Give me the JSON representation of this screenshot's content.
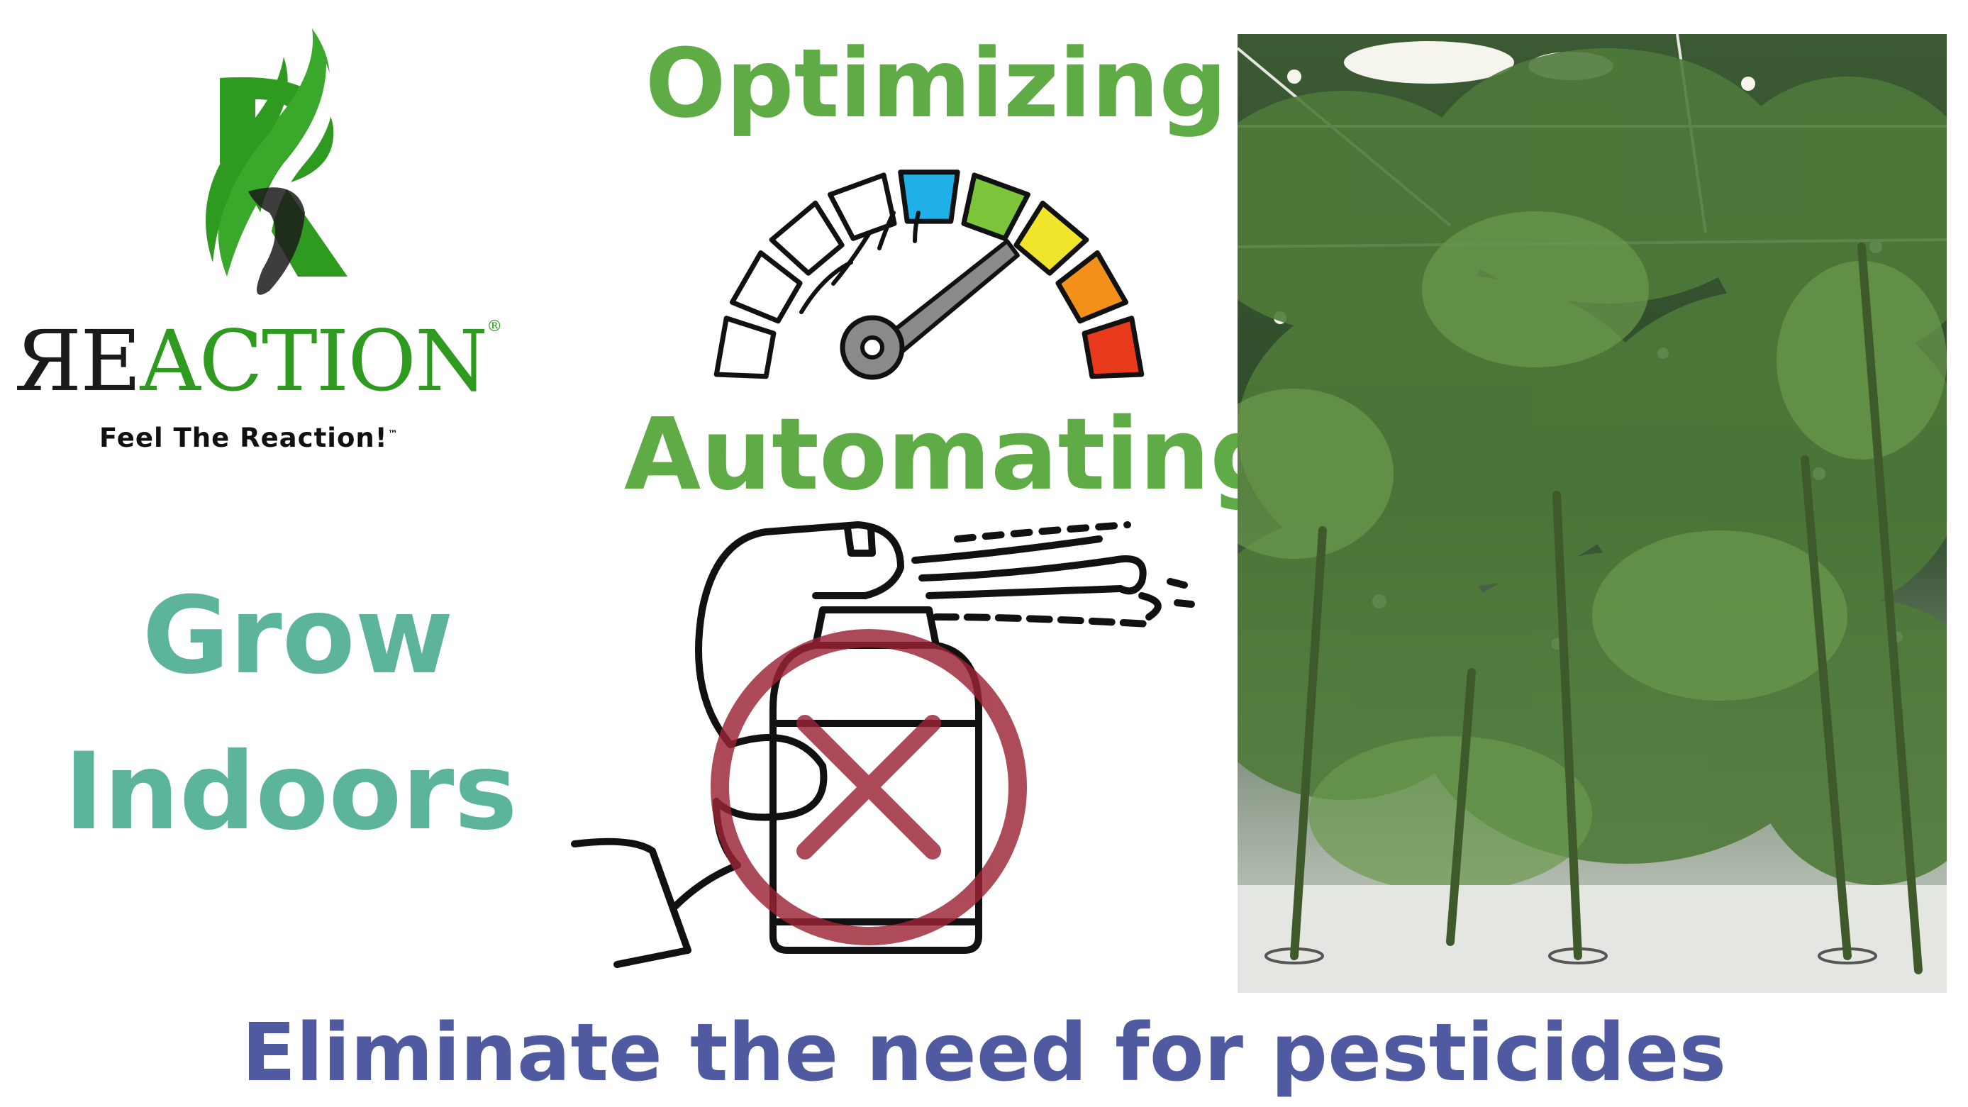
{
  "logo": {
    "brand_prefix": "ЯE",
    "brand_suffix": "ACTION",
    "registered_mark": "®",
    "tagline": "Feel The Reaction!",
    "trademark": "™",
    "colors": {
      "green": "#2e9a1f",
      "dark": "#1a1a1a"
    }
  },
  "headings": {
    "optimizing": "Optimizing",
    "automating": "Automating",
    "grow": "Grow",
    "indoors": "Indoors",
    "bottom": "Eliminate the need for pesticides"
  },
  "gauge": {
    "segment_colors": [
      "#ffffff",
      "#ffffff",
      "#ffffff",
      "#ffffff",
      "#1fb0e8",
      "#7cc53a",
      "#f0e52a",
      "#f39019",
      "#e8391c"
    ],
    "needle_icon": "gauge-needle-icon"
  },
  "spray": {
    "icon": "spray-can-icon",
    "prohibited_icon": "no-symbol-icon",
    "prohibited_color": "#9b2335"
  },
  "photo": {
    "subject": "indoor-plants-photo"
  },
  "colors": {
    "green_heading": "#5fab46",
    "teal_heading": "#5db49d",
    "blue_heading": "#4f5aa0"
  }
}
